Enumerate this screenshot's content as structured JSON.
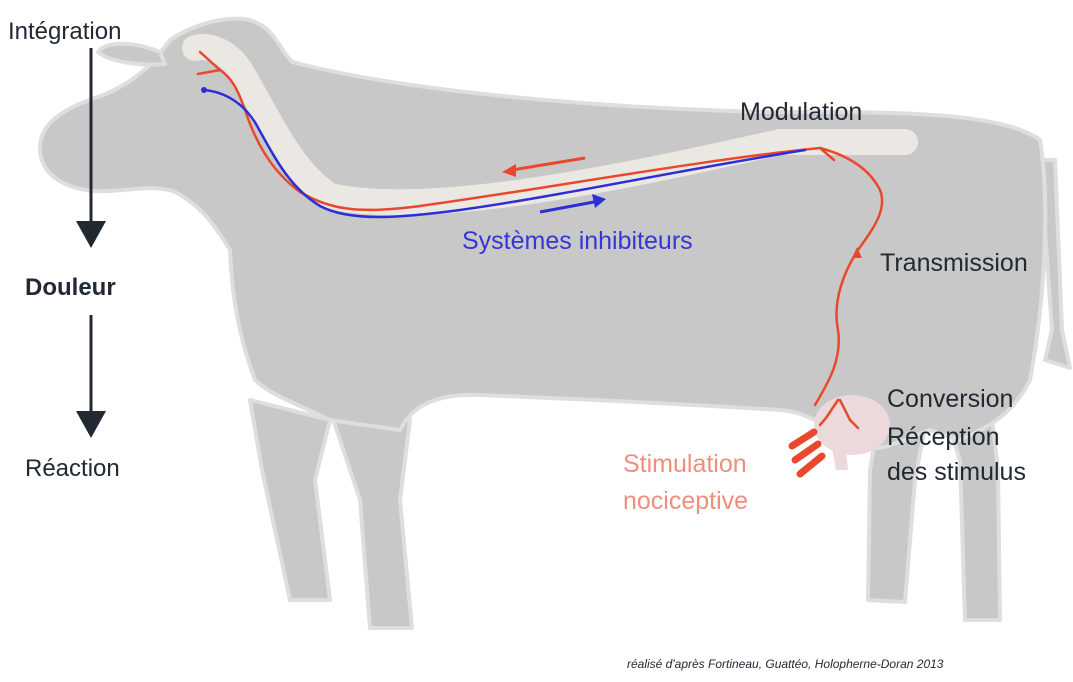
{
  "left_column": {
    "integration": "Intégration",
    "douleur": "Douleur",
    "reaction": "Réaction"
  },
  "labels": {
    "modulation": "Modulation",
    "systemes": "Systèmes inhibiteurs",
    "transmission": "Transmission",
    "conversion": "Conversion",
    "reception_line1": "Réception",
    "reception_line2": "des stimulus",
    "stimulation_line1": "Stimulation",
    "stimulation_line2": "nociceptive"
  },
  "credit": "réalisé d'après Fortineau, Guattéo, Holopherne-Doran 2013",
  "colors": {
    "cow_body": "#c9c8c8",
    "cow_outline": "#dedede",
    "spine_highlight": "#ebe7e2",
    "pain_pathway": "#e8492d",
    "inhibitory_pathway": "#2d2fd6",
    "stimulus_text": "#ee8f7e",
    "text_dark": "#222933",
    "inhibitory_text": "#3436d6"
  }
}
